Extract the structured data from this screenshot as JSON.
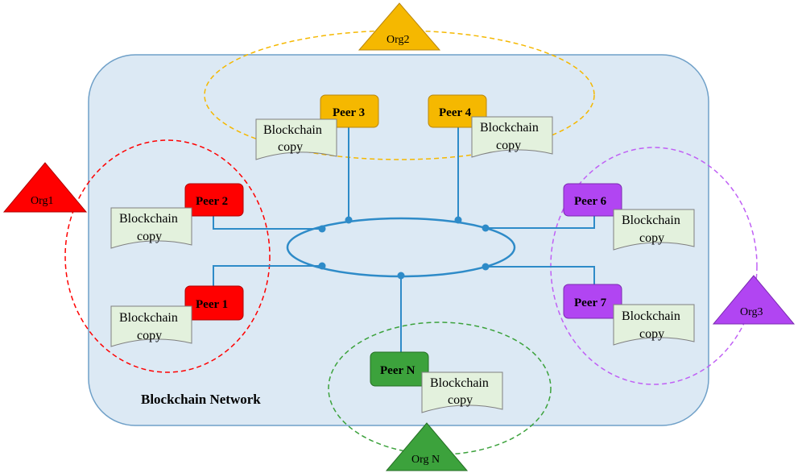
{
  "network": {
    "label": "Blockchain Network"
  },
  "colors": {
    "network_fill": "#dce9f4",
    "network_stroke": "#6fa0c8",
    "link": "#2e8bc8",
    "node": "#2e8bc8",
    "doc_fill": "#e3f1dd",
    "org1": "#ff0000",
    "org2": "#f5b800",
    "org3": "#b145f2",
    "orgN": "#3ca23c"
  },
  "orgs": {
    "org1": "Org1",
    "org2": "Org2",
    "org3": "Org3",
    "orgN": "Org N"
  },
  "peers": {
    "peer1": {
      "label": "Peer 1",
      "doc": [
        "Blockchain",
        "copy"
      ]
    },
    "peer2": {
      "label": "Peer 2",
      "doc": [
        "Blockchain",
        "copy"
      ]
    },
    "peer3": {
      "label": "Peer 3",
      "doc": [
        "Blockchain",
        "copy"
      ]
    },
    "peer4": {
      "label": "Peer 4",
      "doc": [
        "Blockchain",
        "copy"
      ]
    },
    "peer6": {
      "label": "Peer 6",
      "doc": [
        "Blockchain",
        "copy"
      ]
    },
    "peer7": {
      "label": "Peer 7",
      "doc": [
        "Blockchain",
        "copy"
      ]
    },
    "peerN": {
      "label": "Peer N",
      "doc": [
        "Blockchain",
        "copy"
      ]
    }
  }
}
